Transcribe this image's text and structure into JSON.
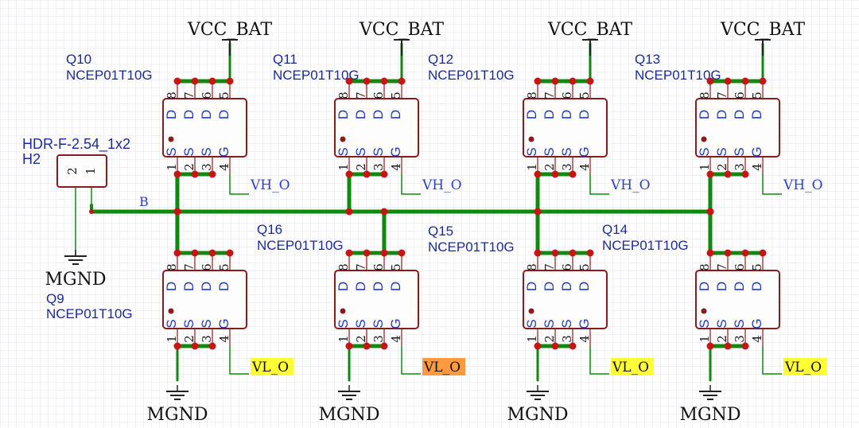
{
  "colors": {
    "wire": "#0f8a0f",
    "junction": "#c81414",
    "part_outline": "#8b1a1a",
    "part_fill": "#fdfdfd",
    "label_blue": "#1a2a9c",
    "net_blue": "#2c3fd0",
    "grid": "#e4e4ee",
    "pin_text": "#1e3cc8",
    "pin_num": "#1a1a1a",
    "highlight_yellow": "#ffff33",
    "highlight_orange": "#ff9a40"
  },
  "power": {
    "vcc_label": "VCC_BAT",
    "gnd_label": "MGND"
  },
  "header": {
    "footprint": "HDR-F-2.54_1x2",
    "designator": "H2",
    "pins": [
      "2",
      "1"
    ]
  },
  "net_label": "B",
  "mosfet_pins": {
    "top_numbers": [
      "8",
      "7",
      "6",
      "5"
    ],
    "top_names": [
      "D",
      "D",
      "D",
      "D"
    ],
    "bottom_names": [
      "S",
      "S",
      "S",
      "G"
    ],
    "bottom_numbers": [
      "1",
      "2",
      "3",
      "4"
    ]
  },
  "high_side": [
    {
      "designator": "Q10",
      "part": "NCEP01T10G",
      "gate_net": "VH_O"
    },
    {
      "designator": "Q11",
      "part": "NCEP01T10G",
      "gate_net": "VH_O"
    },
    {
      "designator": "Q12",
      "part": "NCEP01T10G",
      "gate_net": "VH_O"
    },
    {
      "designator": "Q13",
      "part": "NCEP01T10G",
      "gate_net": "VH_O"
    }
  ],
  "low_side": [
    {
      "designator": "Q9",
      "part": "NCEP01T10G",
      "gate_net": "VL_O",
      "highlight": "yellow"
    },
    {
      "designator": "Q16",
      "part": "NCEP01T10G",
      "gate_net": "VL_O",
      "highlight": "orange"
    },
    {
      "designator": "Q15",
      "part": "NCEP01T10G",
      "gate_net": "VL_O",
      "highlight": "yellow"
    },
    {
      "designator": "Q14",
      "part": "NCEP01T10G",
      "gate_net": "VL_O",
      "highlight": "yellow"
    }
  ]
}
